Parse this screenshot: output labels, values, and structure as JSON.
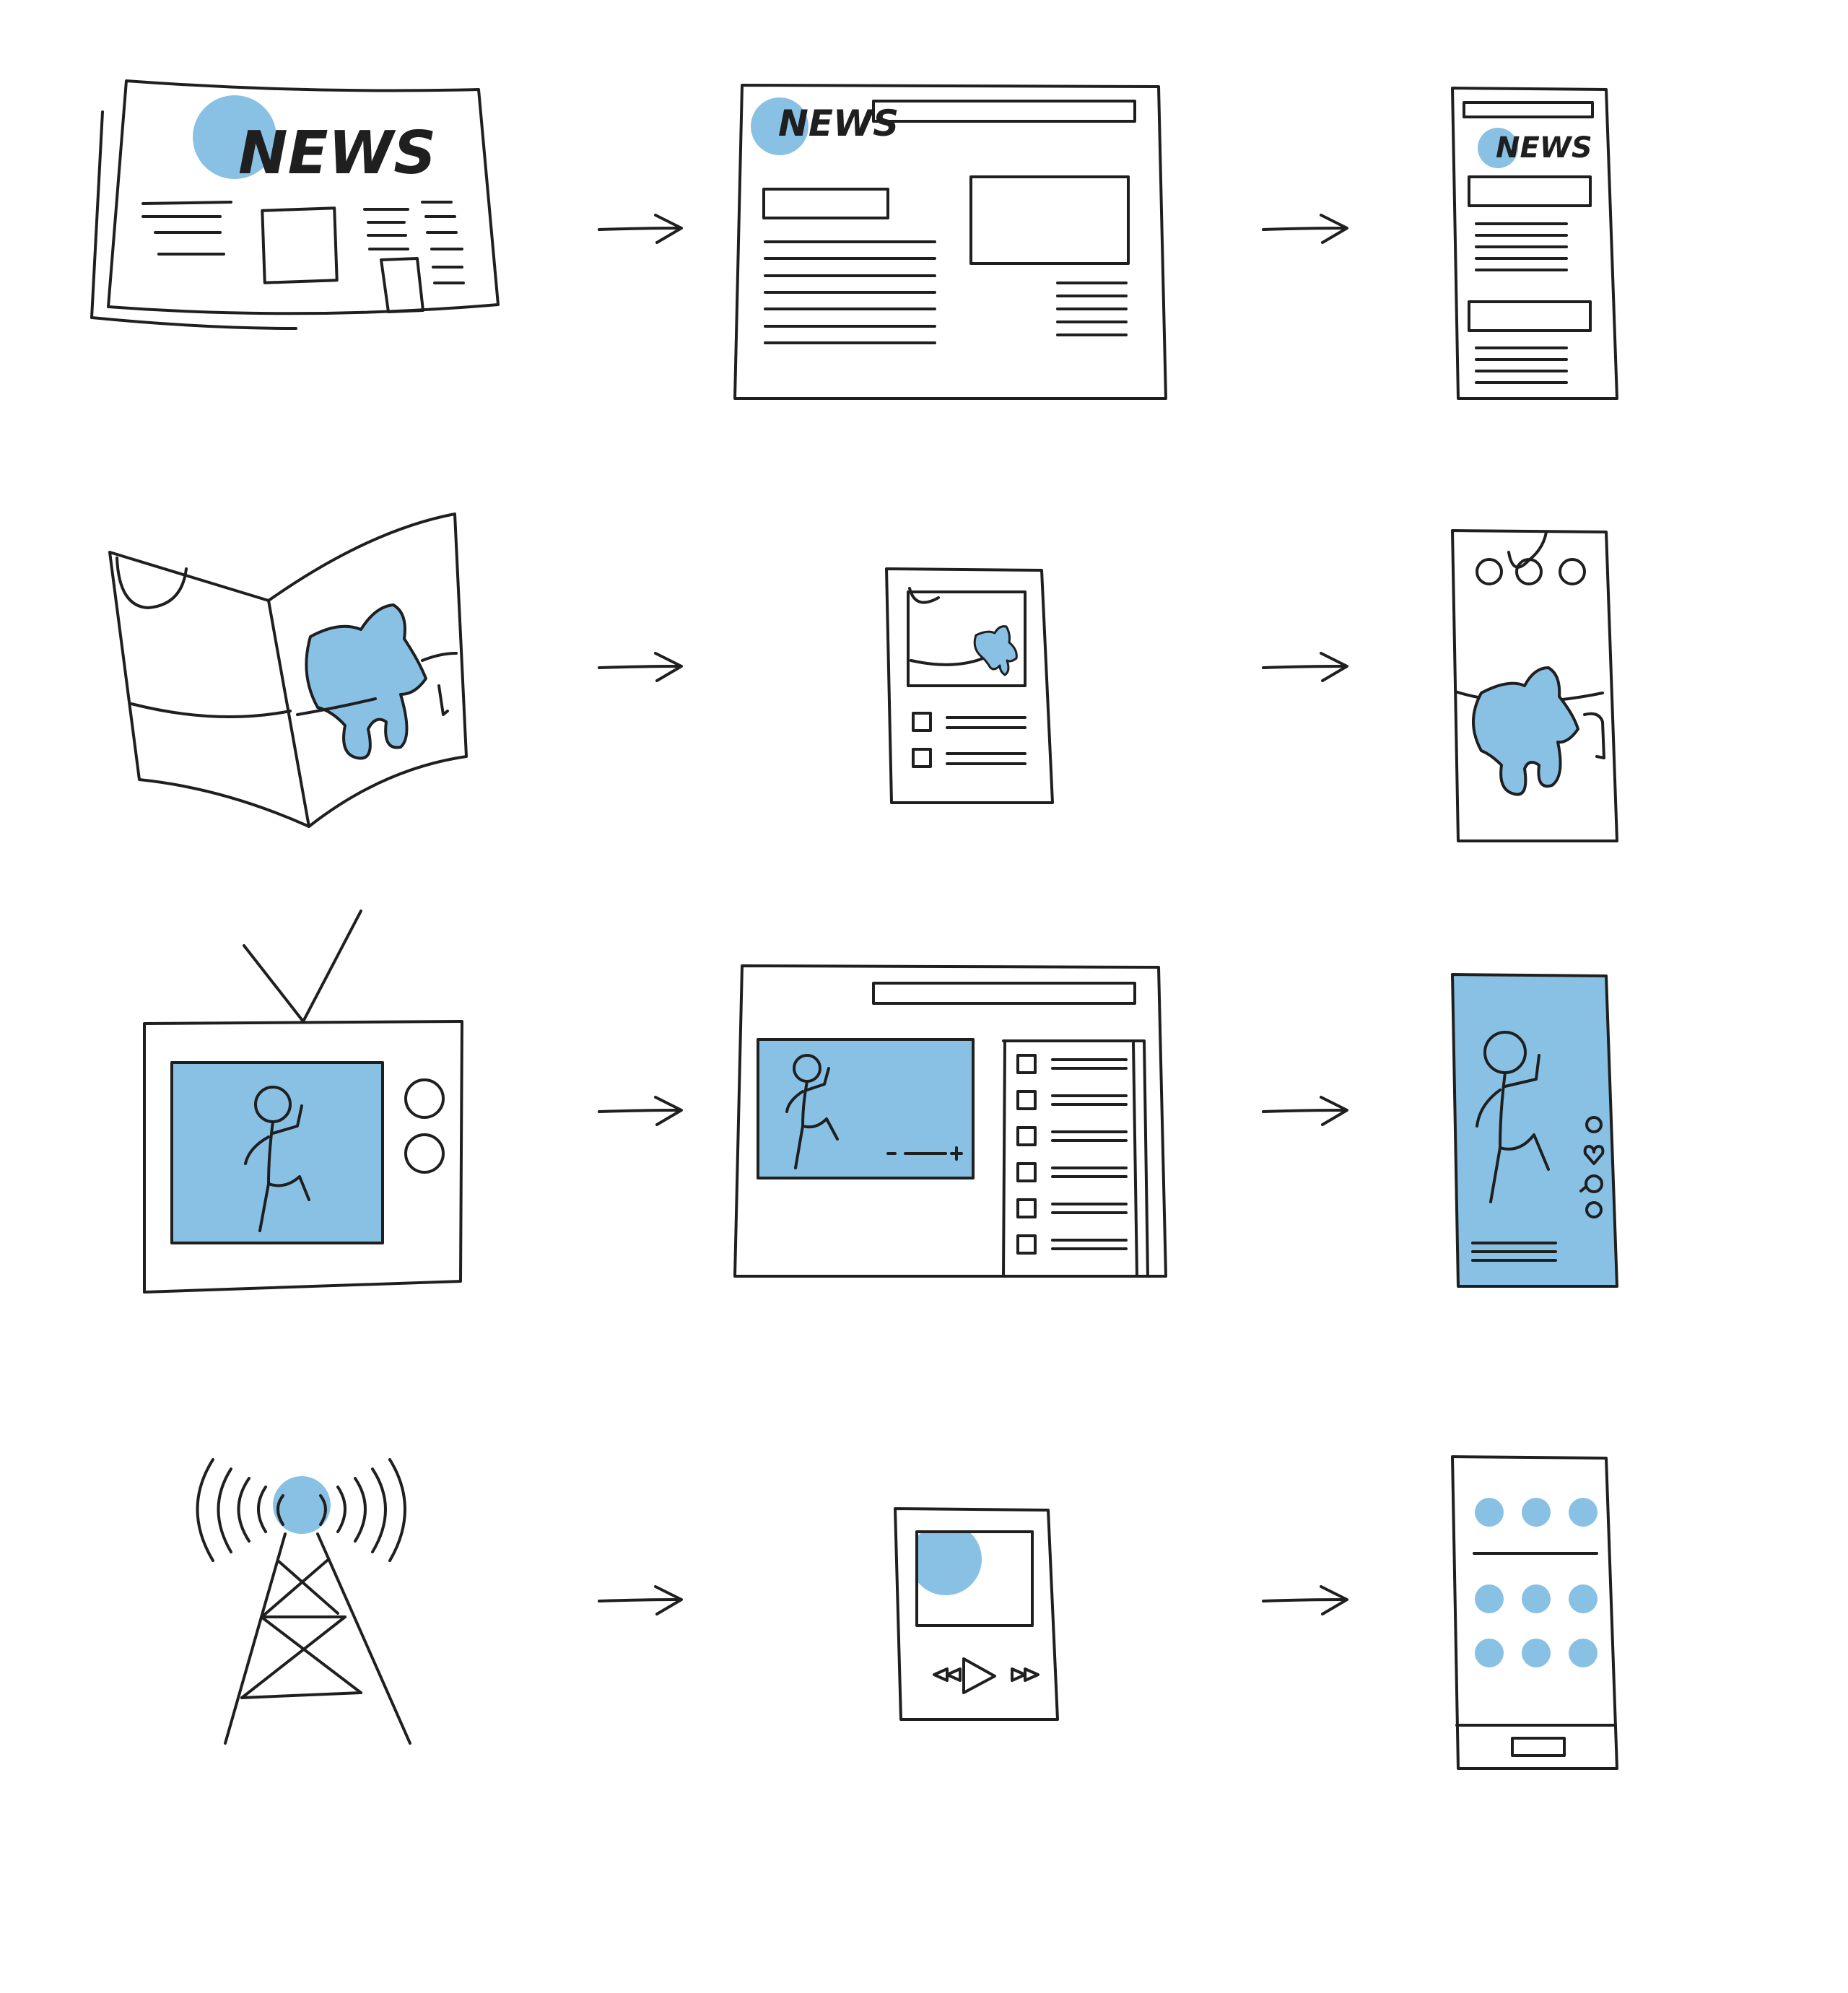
{
  "colors": {
    "ink": "#1f1f1f",
    "accent": "#89c1e4",
    "background": "#ffffff"
  },
  "rows": [
    {
      "from": "newspaper-icon",
      "via": "news-website-desktop-icon",
      "to": "news-app-mobile-icon"
    },
    {
      "from": "magazine-icon",
      "via": "e-reader-tablet-icon",
      "to": "story-app-mobile-icon"
    },
    {
      "from": "television-icon",
      "via": "video-website-desktop-icon",
      "to": "short-video-mobile-icon"
    },
    {
      "from": "radio-tower-icon",
      "via": "media-player-icon",
      "to": "smartphone-apps-icon"
    }
  ],
  "newspaper": {
    "masthead": "NEWS"
  },
  "news_website": {
    "masthead": "NEWS"
  },
  "news_app": {
    "masthead": "NEWS"
  }
}
